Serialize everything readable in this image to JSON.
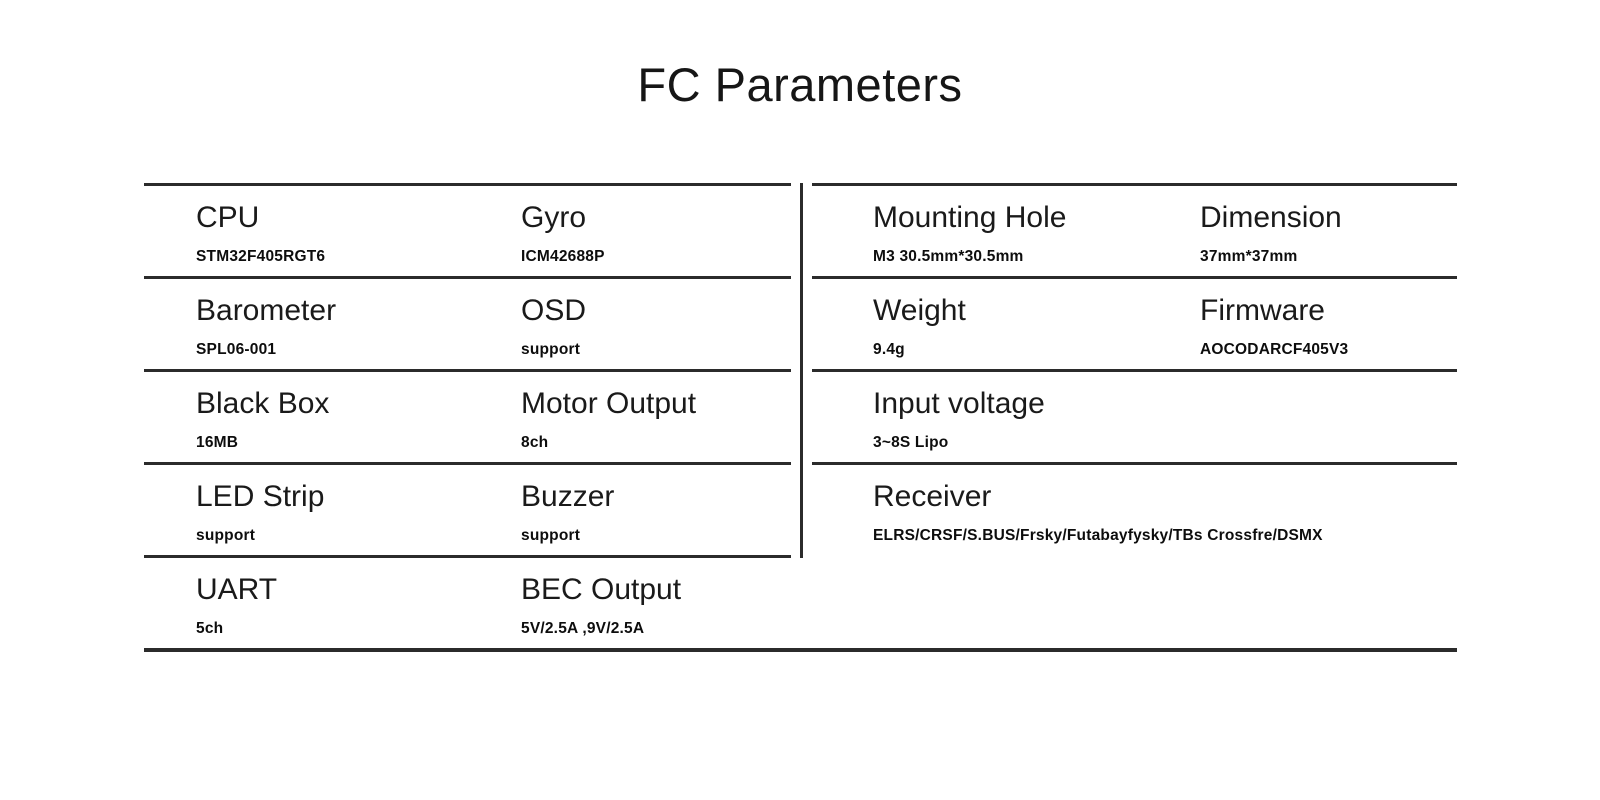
{
  "page": {
    "title": "FC Parameters"
  },
  "colors": {
    "line": "#2b2b2b",
    "text": "#1a1a1a",
    "background": "#ffffff"
  },
  "tables": {
    "left": {
      "rows": [
        [
          {
            "label": "CPU",
            "value": "STM32F405RGT6"
          },
          {
            "label": "Gyro",
            "value": "ICM42688P"
          }
        ],
        [
          {
            "label": "Barometer",
            "value": "SPL06-001"
          },
          {
            "label": "OSD",
            "value": "support"
          }
        ],
        [
          {
            "label": "Black Box",
            "value": "16MB"
          },
          {
            "label": "Motor Output",
            "value": "8ch"
          }
        ],
        [
          {
            "label": "LED Strip",
            "value": "support"
          },
          {
            "label": "Buzzer",
            "value": "support"
          }
        ],
        [
          {
            "label": "UART",
            "value": "5ch"
          },
          {
            "label": "BEC Output",
            "value": "5V/2.5A ,9V/2.5A"
          }
        ]
      ]
    },
    "right": {
      "rows": [
        [
          {
            "label": "Mounting Hole",
            "value": "M3 30.5mm*30.5mm"
          },
          {
            "label": "Dimension",
            "value": "37mm*37mm"
          }
        ],
        [
          {
            "label": "Weight",
            "value": "9.4g"
          },
          {
            "label": "Firmware",
            "value": "AOCODARCF405V3"
          }
        ],
        [
          {
            "label": "Input voltage",
            "value": "3~8S Lipo"
          }
        ],
        [
          {
            "label": "Receiver",
            "value": "ELRS/CRSF/S.BUS/Frsky/Futabayfysky/TBs Crossfre/DSMX"
          }
        ]
      ]
    }
  }
}
